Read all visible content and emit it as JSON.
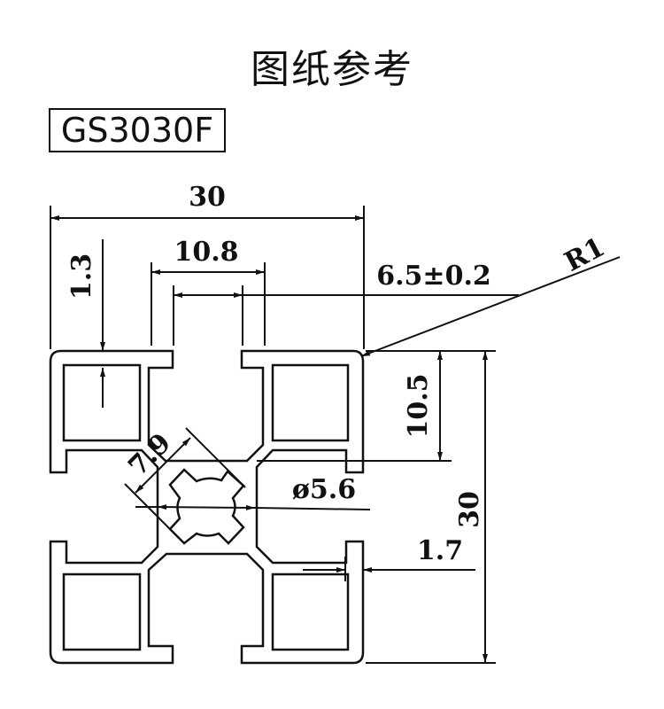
{
  "title": "图纸参考",
  "model": "GS3030F",
  "dimensions": {
    "overall_width": "30",
    "slot_width": "10.8",
    "slot_opening": "6.5±0.2",
    "radius": "R1",
    "wall_thickness": "1.3",
    "tube_height": "10.5",
    "overall_height": "30",
    "center_hole": "ø5.6",
    "core_width": "7.9",
    "lip_thickness": "1.7"
  },
  "colors": {
    "line": "#111111",
    "background": "#ffffff"
  }
}
